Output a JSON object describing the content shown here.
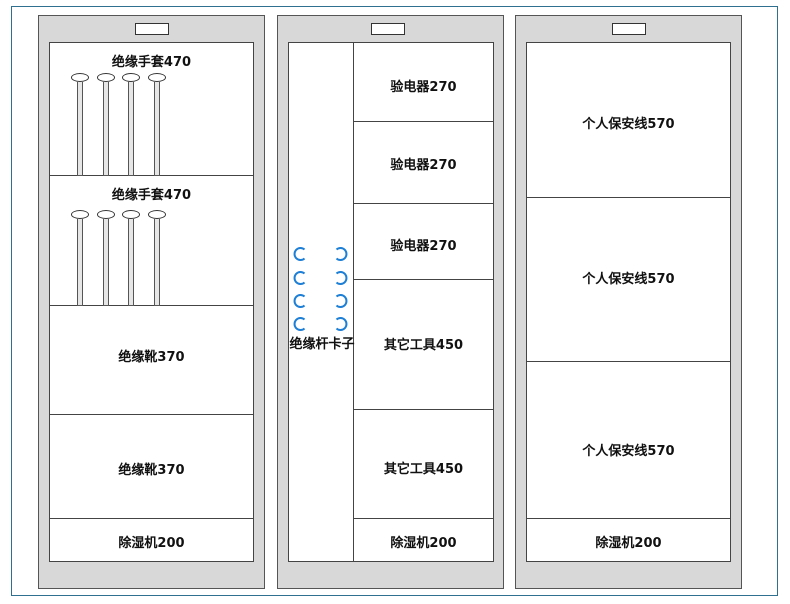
{
  "cabinet1": {
    "sections": [
      {
        "label": "绝缘手套470"
      },
      {
        "label": "绝缘手套470"
      },
      {
        "label": "绝缘靴370"
      },
      {
        "label": "绝缘靴370"
      },
      {
        "label": "除湿机200"
      }
    ]
  },
  "cabinet2": {
    "clip_label": "绝缘杆卡子",
    "sections": [
      {
        "label": "验电器270"
      },
      {
        "label": "验电器270"
      },
      {
        "label": "验电器270"
      },
      {
        "label": "其它工具450"
      },
      {
        "label": "其它工具450"
      },
      {
        "label": "除湿机200"
      }
    ]
  },
  "cabinet3": {
    "sections": [
      {
        "label": "个人保安线570"
      },
      {
        "label": "个人保安线570"
      },
      {
        "label": "个人保安线570"
      },
      {
        "label": "除湿机200"
      }
    ]
  },
  "colors": {
    "clip": "#1e7fd6",
    "outline": "#444444",
    "cabinet": "#d8d8d8"
  }
}
